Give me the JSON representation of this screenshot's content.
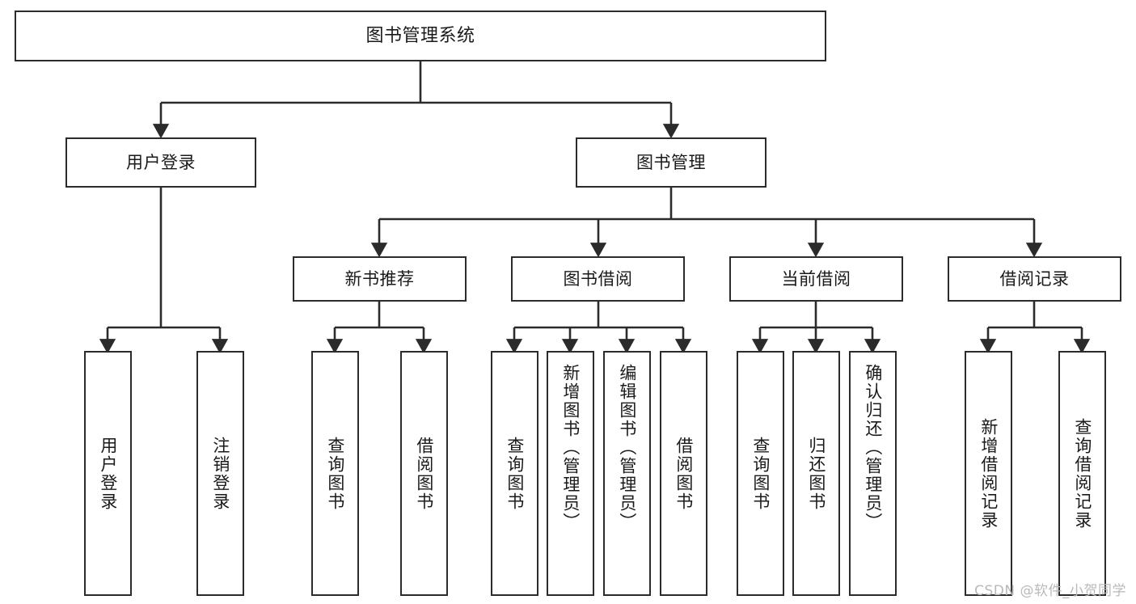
{
  "diagram": {
    "title": "图书管理系统",
    "type": "tree-hierarchy-chart",
    "watermark": "CSDN @软件_小贺同学",
    "colors": {
      "node_border": "#2b2b2b",
      "node_fill": "#ffffff",
      "edge": "#2b2b2b",
      "text": "#1a1a1a",
      "watermark": "#b9b9b9",
      "background": "#ffffff"
    },
    "levels": {
      "root": {
        "label": "图书管理系统"
      },
      "level2": [
        {
          "label": "用户登录"
        },
        {
          "label": "图书管理"
        }
      ],
      "level3": [
        {
          "label": "新书推荐"
        },
        {
          "label": "图书借阅"
        },
        {
          "label": "当前借阅"
        },
        {
          "label": "借阅记录"
        }
      ],
      "leaves": {
        "user_login": [
          {
            "label": "用户登录"
          },
          {
            "label": "注销登录"
          }
        ],
        "new_book_recommend": [
          {
            "label": "查询图书"
          },
          {
            "label": "借阅图书"
          }
        ],
        "book_borrow": [
          {
            "label": "查询图书"
          },
          {
            "label": "新增图书（管理员）"
          },
          {
            "label": "编辑图书（管理员）"
          },
          {
            "label": "借阅图书"
          }
        ],
        "current_borrow": [
          {
            "label": "查询图书"
          },
          {
            "label": "归还图书"
          },
          {
            "label": "确认归还（管理员）"
          }
        ],
        "borrow_record": [
          {
            "label": "新增借阅记录"
          },
          {
            "label": "查询借阅记录"
          }
        ]
      }
    }
  }
}
